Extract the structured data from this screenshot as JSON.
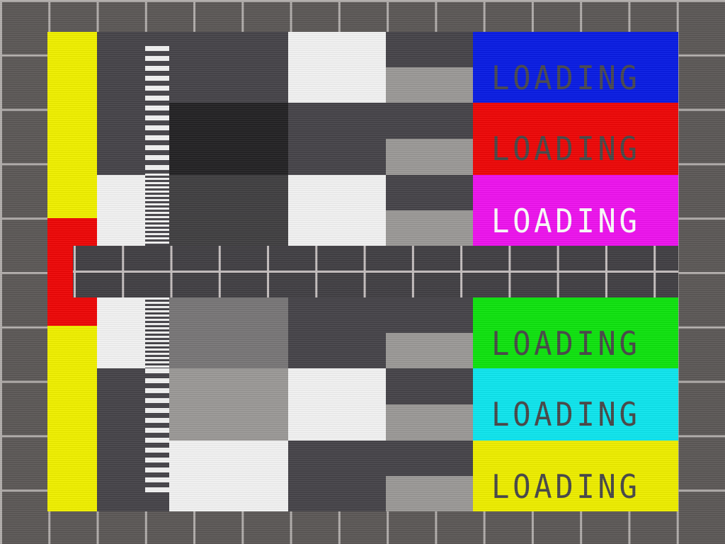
{
  "screen": {
    "message": "LOADING",
    "colors": {
      "outer_grid": "#5e5a59",
      "grid_line": "#b4b0ae",
      "main_dark": "#48464b",
      "yellow": "#f2f200",
      "red": "#f00808",
      "white": "#f4f4f4",
      "light_gray": "#9d9b99",
      "mid_gray": "#767474",
      "dark": "#252426"
    }
  },
  "bars": [
    {
      "name": "blue",
      "label": "LOADING",
      "color": "#0a1ee6",
      "text_color": "#4a4a52"
    },
    {
      "name": "red",
      "label": "LOADING",
      "color": "#f00808",
      "text_color": "#4a4a4a"
    },
    {
      "name": "magenta",
      "label": "LOADING",
      "color": "#f014f0",
      "text_color": "#ffffff"
    },
    {
      "name": "green",
      "label": "LOADING",
      "color": "#10e610",
      "text_color": "#4a4a4a"
    },
    {
      "name": "cyan",
      "label": "LOADING",
      "color": "#10e8f0",
      "text_color": "#4a4a4a"
    },
    {
      "name": "yellow",
      "label": "LOADING",
      "color": "#f0f000",
      "text_color": "#4a4a4a"
    }
  ]
}
